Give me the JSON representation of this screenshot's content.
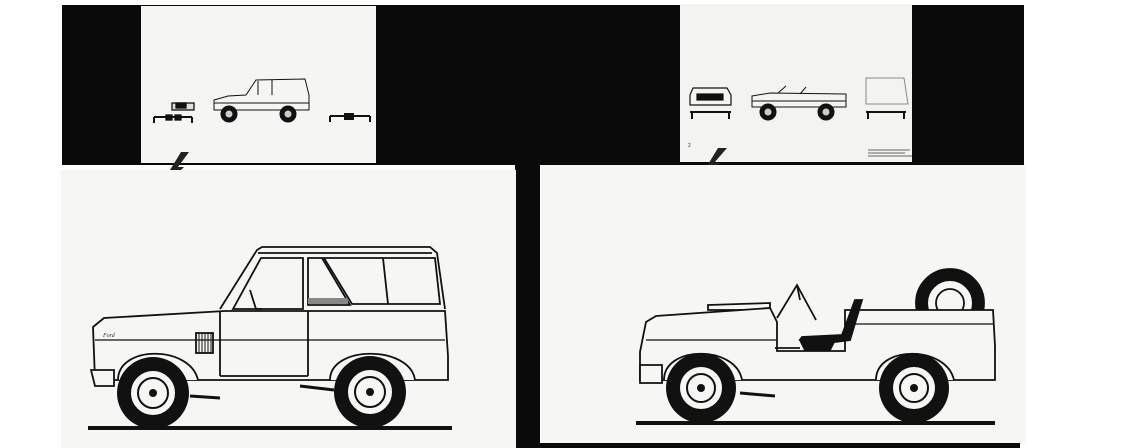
{
  "photo": {
    "description_tag": "design-study-photograph",
    "colors": {
      "board": "#0a0a0a",
      "paper": "#f4f4f2",
      "ink": "#111111",
      "gray": "#8a8a8a"
    }
  },
  "plates": {
    "left_small": {
      "marker": ""
    },
    "right_small": {
      "marker": "2"
    }
  },
  "emblem": {
    "script": "Ford"
  }
}
